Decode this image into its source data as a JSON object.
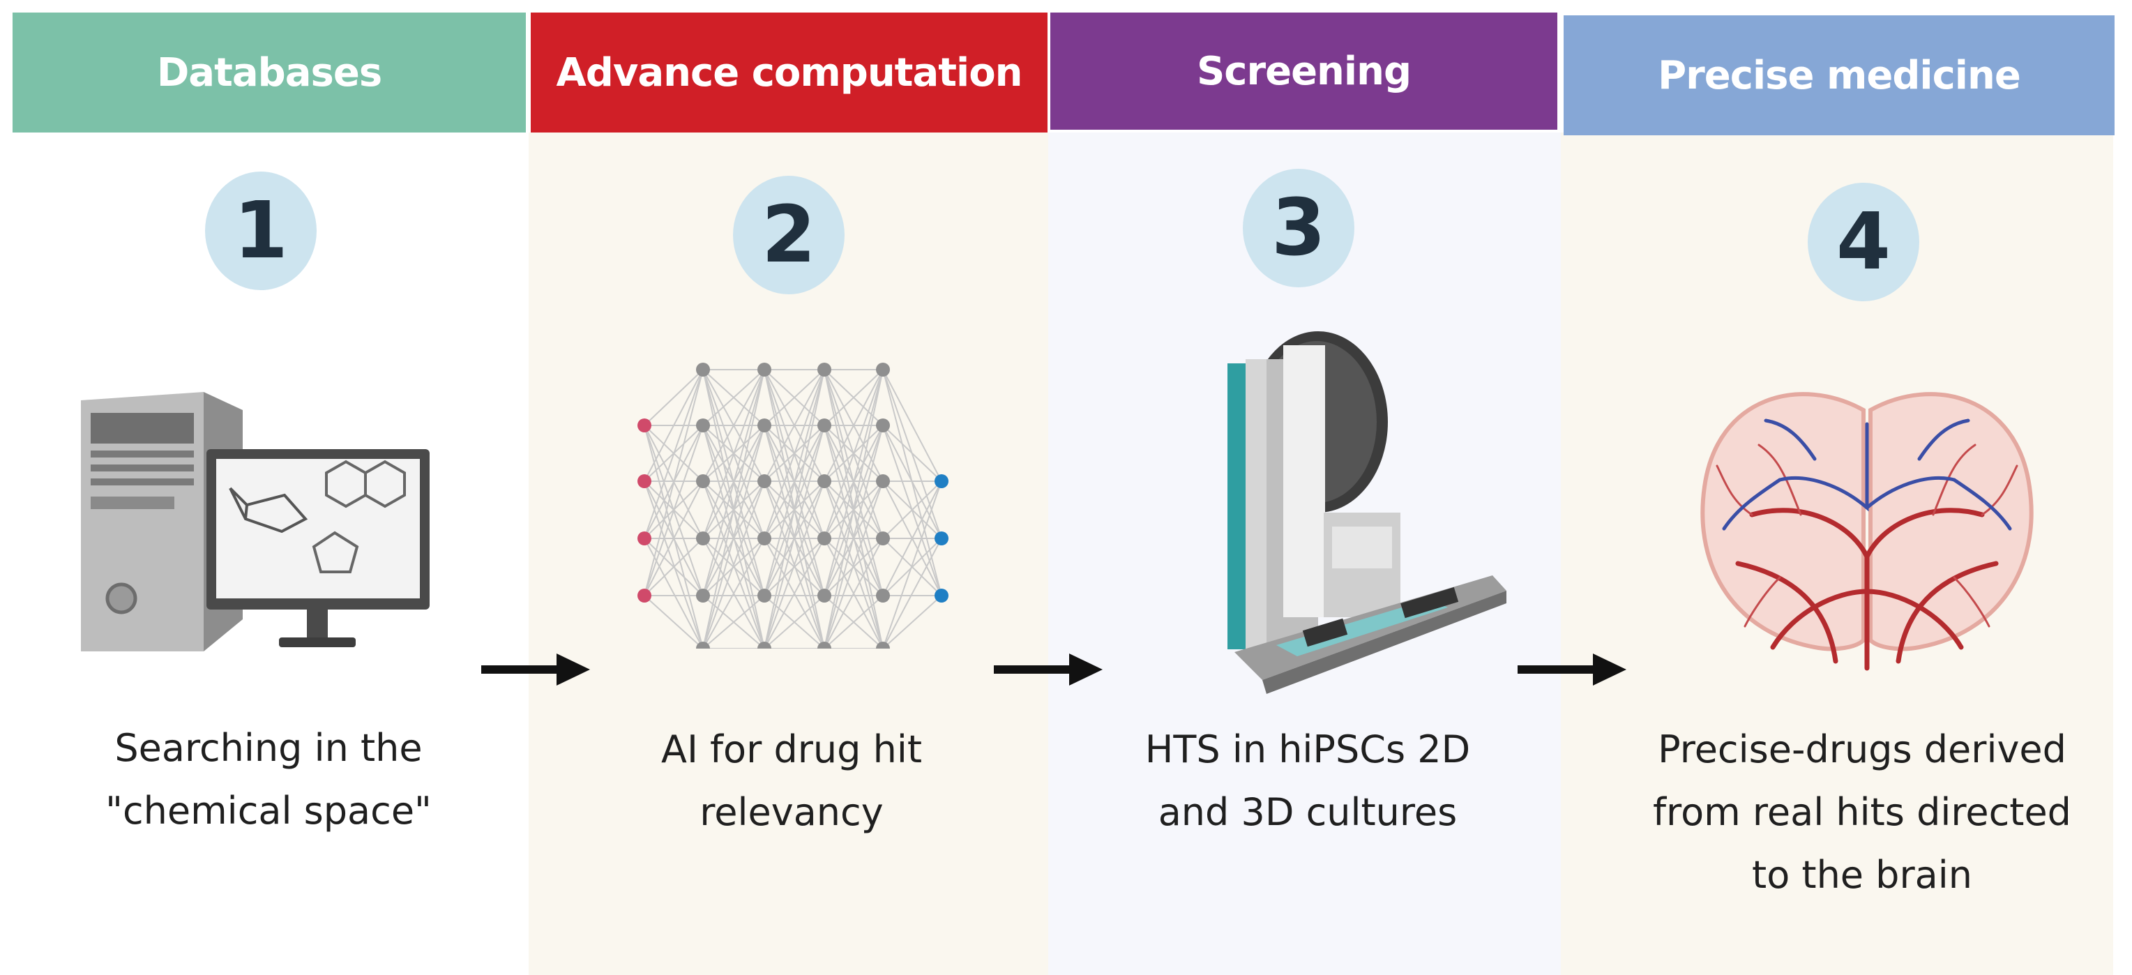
{
  "colors": {
    "databases": "#7cc1a8",
    "advance_computation": "#d01f27",
    "screening": "#7c3a8f",
    "precise_medicine": "#86a7d6",
    "panel_beige": "#faf7ef",
    "panel_lavender": "#f6f7fc",
    "badge": "#cde4ef",
    "arrow": "#111111"
  },
  "steps": [
    {
      "header": "Databases",
      "number": "1",
      "caption": [
        "Searching in the",
        "\"chemical space\""
      ]
    },
    {
      "header": "Advance computation",
      "number": "2",
      "caption": [
        "AI for drug hit",
        "relevancy"
      ]
    },
    {
      "header": "Screening",
      "number": "3",
      "caption": [
        "HTS in hiPSCs 2D",
        "and 3D cultures"
      ]
    },
    {
      "header": "Precise medicine",
      "number": "4",
      "caption": [
        "Precise-drugs derived",
        "from real hits directed",
        "to the brain"
      ]
    }
  ],
  "icons": [
    "computer-with-molecules-icon",
    "neural-network-icon",
    "screening-robot-icon",
    "brain-vasculature-icon",
    "right-arrow-icon"
  ]
}
